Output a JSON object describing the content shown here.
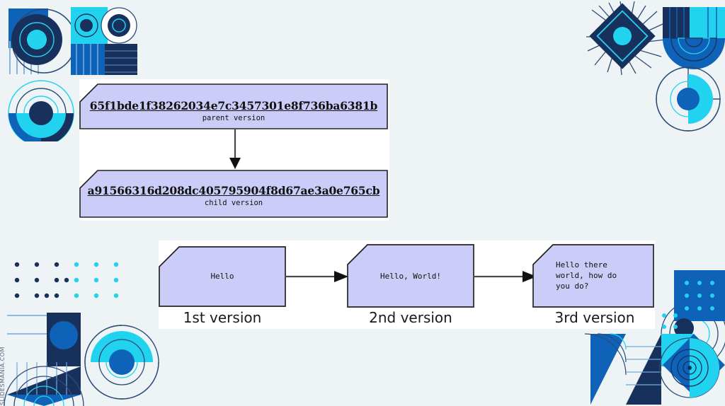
{
  "slide": {
    "background_color": "#eef4f5",
    "panel_color": "#ffffff",
    "note_fill": "#ccccf8",
    "note_stroke": "#232323",
    "accent_dark_navy": "#17315c",
    "accent_blue": "#0e62b8",
    "accent_cyan": "#22d3f0",
    "watermark": "SLIDESMANIA.COM"
  },
  "version_graph": {
    "parent": {
      "hash": "65f1bde1f38262034e7c3457301e8f736ba6381b",
      "label": "parent version"
    },
    "child": {
      "hash": "a91566316d208dc405795904f8d67ae3a0e765cb",
      "label": "child version"
    },
    "connector": "down-arrow"
  },
  "version_timeline": {
    "items": [
      {
        "content": "Hello",
        "caption": "1st version"
      },
      {
        "content": "Hello, World!",
        "caption": "2nd version"
      },
      {
        "content": "Hello there\nworld, how do\nyou do?",
        "caption": "3rd version"
      }
    ],
    "connector": "right-arrow"
  }
}
